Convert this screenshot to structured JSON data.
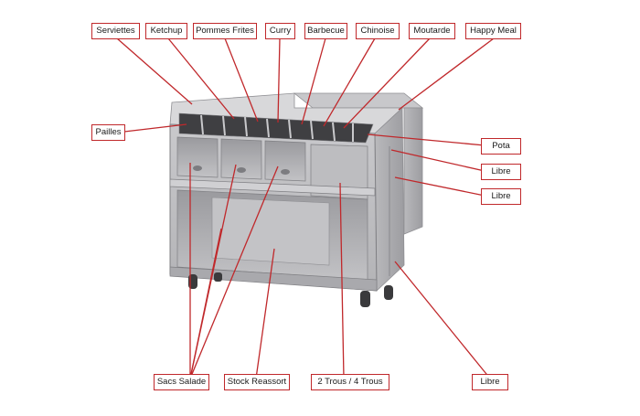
{
  "labels": {
    "serviettes": "Serviettes",
    "ketchup": "Ketchup",
    "pommes_frites": "Pommes Frites",
    "curry": "Curry",
    "barbecue": "Barbecue",
    "chinoise": "Chinoise",
    "moutarde": "Moutarde",
    "happy_meal": "Happy Meal",
    "pailles": "Pailles",
    "pota": "Pota",
    "libre_1": "Libre",
    "libre_2": "Libre",
    "libre_3": "Libre",
    "sacs_salade": "Sacs Salade",
    "stock_reassort": "Stock Reassort",
    "trous": "2 Trous / 4 Trous"
  },
  "colors": {
    "leader_line": "#c0282b",
    "label_border": "#c0282b",
    "steel_light": "#d4d4d6",
    "steel_mid": "#b7b7ba",
    "steel_dark": "#8e8e92",
    "wheel": "#3a3a3c"
  }
}
